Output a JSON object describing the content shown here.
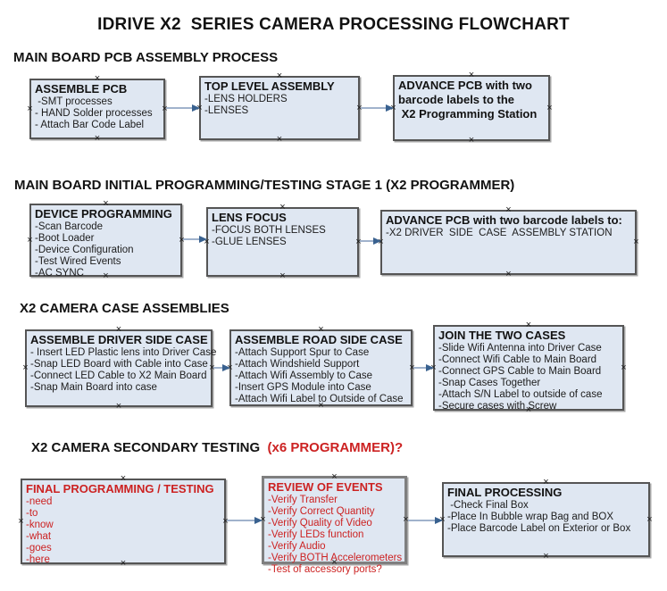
{
  "title": "IDRIVE X2  SERIES CAMERA PROCESSING FLOWCHART",
  "colors": {
    "box_fill": "#dfe7f2",
    "box_border": "#555555",
    "red": "#cc2222",
    "arrow_line": "#a0b2cc",
    "arrow_head": "#39618f"
  },
  "icons": {
    "anchor_mark": "×"
  },
  "sections": [
    {
      "heading": "MAIN BOARD PCB ASSEMBLY PROCESS",
      "boxes": [
        {
          "title": "ASSEMBLE PCB",
          "items": [
            " -SMT processes",
            "- HAND Solder processes",
            "- Attach Bar Code Label"
          ]
        },
        {
          "title": "TOP LEVEL ASSEMBLY",
          "items": [
            "-LENS HOLDERS",
            "-LENSES"
          ]
        },
        {
          "title": "ADVANCE PCB with two\nbarcode labels to the\n X2 Programming Station",
          "items": []
        }
      ]
    },
    {
      "heading": "MAIN BOARD INITIAL PROGRAMMING/TESTING STAGE 1 (X2 PROGRAMMER)",
      "boxes": [
        {
          "title": "DEVICE PROGRAMMING",
          "items": [
            "-Scan Barcode",
            "-Boot Loader",
            "-Device Configuration",
            "-Test Wired Events",
            "-AC SYNC"
          ]
        },
        {
          "title": "LENS FOCUS",
          "items": [
            "-FOCUS BOTH LENSES",
            "-GLUE LENSES"
          ]
        },
        {
          "title": "ADVANCE PCB with two barcode labels to:",
          "items": [
            "-X2 DRIVER  SIDE  CASE  ASSEMBLY STATION"
          ]
        }
      ]
    },
    {
      "heading": "X2 CAMERA CASE ASSEMBLIES",
      "boxes": [
        {
          "title": "ASSEMBLE DRIVER SIDE CASE",
          "items": [
            "- Insert LED Plastic lens into Driver Case",
            "-Snap LED Board with Cable into Case",
            "-Connect LED Cable to X2 Main Board",
            "-Snap Main Board into case"
          ]
        },
        {
          "title": "ASSEMBLE ROAD SIDE CASE",
          "items": [
            "-Attach Support Spur to Case",
            "-Attach Windshield Support",
            "-Attach Wifi Assembly to Case",
            "-Insert GPS Module into Case",
            "-Attach Wifi Label to Outside of Case"
          ]
        },
        {
          "title": "JOIN THE TWO CASES",
          "items": [
            "-Slide Wifi Antenna into Driver Case",
            "-Connect Wifi Cable to Main Board",
            "-Connect GPS Cable to Main Board",
            "-Snap Cases Together",
            "-Attach S/N Label to outside of case",
            "-Secure cases with Screw"
          ]
        }
      ]
    },
    {
      "heading": "X2 CAMERA SECONDARY TESTING ",
      "heading_red": " (x6 PROGRAMMER)?",
      "boxes": [
        {
          "title": "FINAL PROGRAMMING / TESTING",
          "items": [
            "-need",
            "-to",
            "-know",
            "-what",
            "-goes",
            "-here"
          ]
        },
        {
          "title": "REVIEW OF EVENTS",
          "items": [
            "-Verify Transfer",
            "-Verify Correct Quantity",
            "-Verify Quality of Video",
            "-Verify LEDs function",
            "-Verify Audio",
            "-Verify BOTH Accelerometers",
            "-Test of accessory ports?"
          ]
        },
        {
          "title": "FINAL PROCESSING",
          "items": [
            " -Check Final Box",
            "-Place In Bubble wrap Bag and BOX",
            "-Place Barcode Label on Exterior or Box"
          ]
        }
      ]
    }
  ]
}
